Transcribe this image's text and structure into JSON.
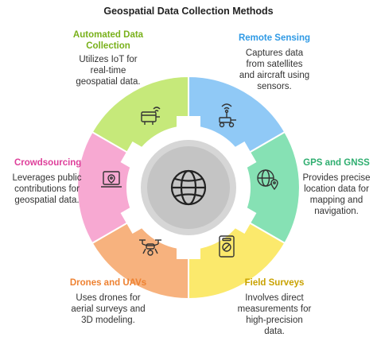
{
  "title": "Geospatial Data Collection Methods",
  "center": {
    "icon": "globe-icon"
  },
  "methods": [
    {
      "title": "Remote Sensing",
      "desc": [
        "Captures data",
        "from satellites",
        "and aircraft using",
        "sensors."
      ],
      "color": "#90c9f6",
      "titleColor": "#2f9ae5",
      "icon": "drone-radar-icon"
    },
    {
      "title": "GPS and GNSS",
      "desc": [
        "Provides precise",
        "location data for",
        "mapping and",
        "navigation."
      ],
      "color": "#86e1b4",
      "titleColor": "#2fae70",
      "icon": "globe-pin-icon"
    },
    {
      "title": "Field Surveys",
      "desc": [
        "Involves direct",
        "measurements for",
        "high-precision",
        "data."
      ],
      "color": "#fbe96c",
      "titleColor": "#c9a200",
      "icon": "survey-tablet-icon"
    },
    {
      "title": "Drones and UAVs",
      "desc": [
        "Uses drones for",
        "aerial surveys and",
        "3D modeling."
      ],
      "color": "#f7b27e",
      "titleColor": "#ee8232",
      "icon": "drone-icon"
    },
    {
      "title": "Crowdsourcing",
      "desc": [
        "Leverages public",
        "contributions for",
        "geospatial data."
      ],
      "color": "#f7a9d2",
      "titleColor": "#de3f9a",
      "icon": "laptop-pin-icon"
    },
    {
      "title": "Automated Data Collection",
      "titleLines": [
        "Automated Data",
        "Collection"
      ],
      "desc": [
        "Utilizes IoT for",
        "real-time",
        "geospatial data."
      ],
      "color": "#c6e97a",
      "titleColor": "#79b11b",
      "icon": "iot-device-icon"
    }
  ]
}
